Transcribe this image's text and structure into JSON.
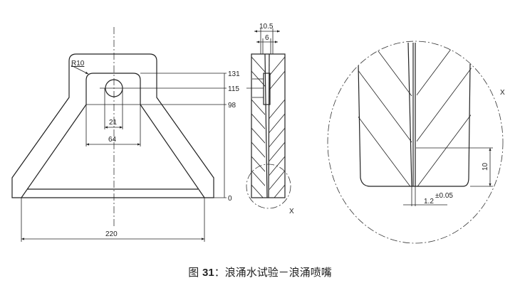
{
  "front_view": {
    "radius_label": "R10",
    "heights": [
      "131",
      "115",
      "98",
      "0"
    ],
    "slot_width": "21",
    "inner_width": "64",
    "base_width": "220"
  },
  "side_view": {
    "outer_width": "10.5",
    "slot_width": "6",
    "detail_marker": "X"
  },
  "detail_view": {
    "marker": "X",
    "tip_height": "10",
    "gap": "1.2",
    "gap_tolerance": "±0.05"
  },
  "caption": {
    "prefix": "图",
    "number": "31",
    "separator": "：",
    "title": "浪涌水试验－浪涌喷嘴"
  }
}
